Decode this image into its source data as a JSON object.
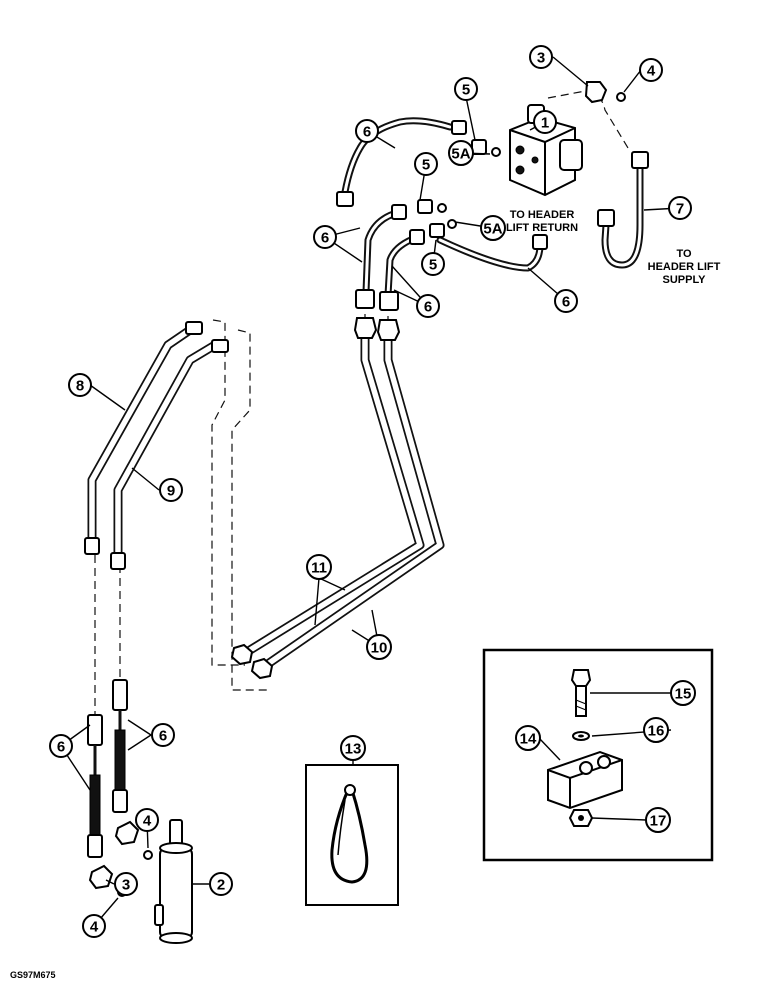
{
  "callouts": [
    {
      "id": "c1",
      "label": "1"
    },
    {
      "id": "c2",
      "label": "2"
    },
    {
      "id": "c3a",
      "label": "3"
    },
    {
      "id": "c3b",
      "label": "3"
    },
    {
      "id": "c4a",
      "label": "4"
    },
    {
      "id": "c4b",
      "label": "4"
    },
    {
      "id": "c4c",
      "label": "4"
    },
    {
      "id": "c5a",
      "label": "5"
    },
    {
      "id": "c5b",
      "label": "5"
    },
    {
      "id": "c5c",
      "label": "5"
    },
    {
      "id": "c5Aa",
      "label": "5A"
    },
    {
      "id": "c5Ab",
      "label": "5A"
    },
    {
      "id": "c6a",
      "label": "6"
    },
    {
      "id": "c6b",
      "label": "6"
    },
    {
      "id": "c6c",
      "label": "6"
    },
    {
      "id": "c6d",
      "label": "6"
    },
    {
      "id": "c6e",
      "label": "6"
    },
    {
      "id": "c6f",
      "label": "6"
    },
    {
      "id": "c7",
      "label": "7"
    },
    {
      "id": "c8",
      "label": "8"
    },
    {
      "id": "c9",
      "label": "9"
    },
    {
      "id": "c10",
      "label": "10"
    },
    {
      "id": "c11",
      "label": "11"
    },
    {
      "id": "c13",
      "label": "13"
    },
    {
      "id": "c14",
      "label": "14"
    },
    {
      "id": "c15",
      "label": "15"
    },
    {
      "id": "c16",
      "label": "16"
    },
    {
      "id": "c17",
      "label": "17"
    }
  ],
  "notes": {
    "return_line1": "TO HEADER",
    "return_line2": "LIFT RETURN",
    "supply_line1": "TO",
    "supply_line2": "HEADER LIFT",
    "supply_line3": "SUPPLY"
  },
  "figure_id": "GS97M675"
}
